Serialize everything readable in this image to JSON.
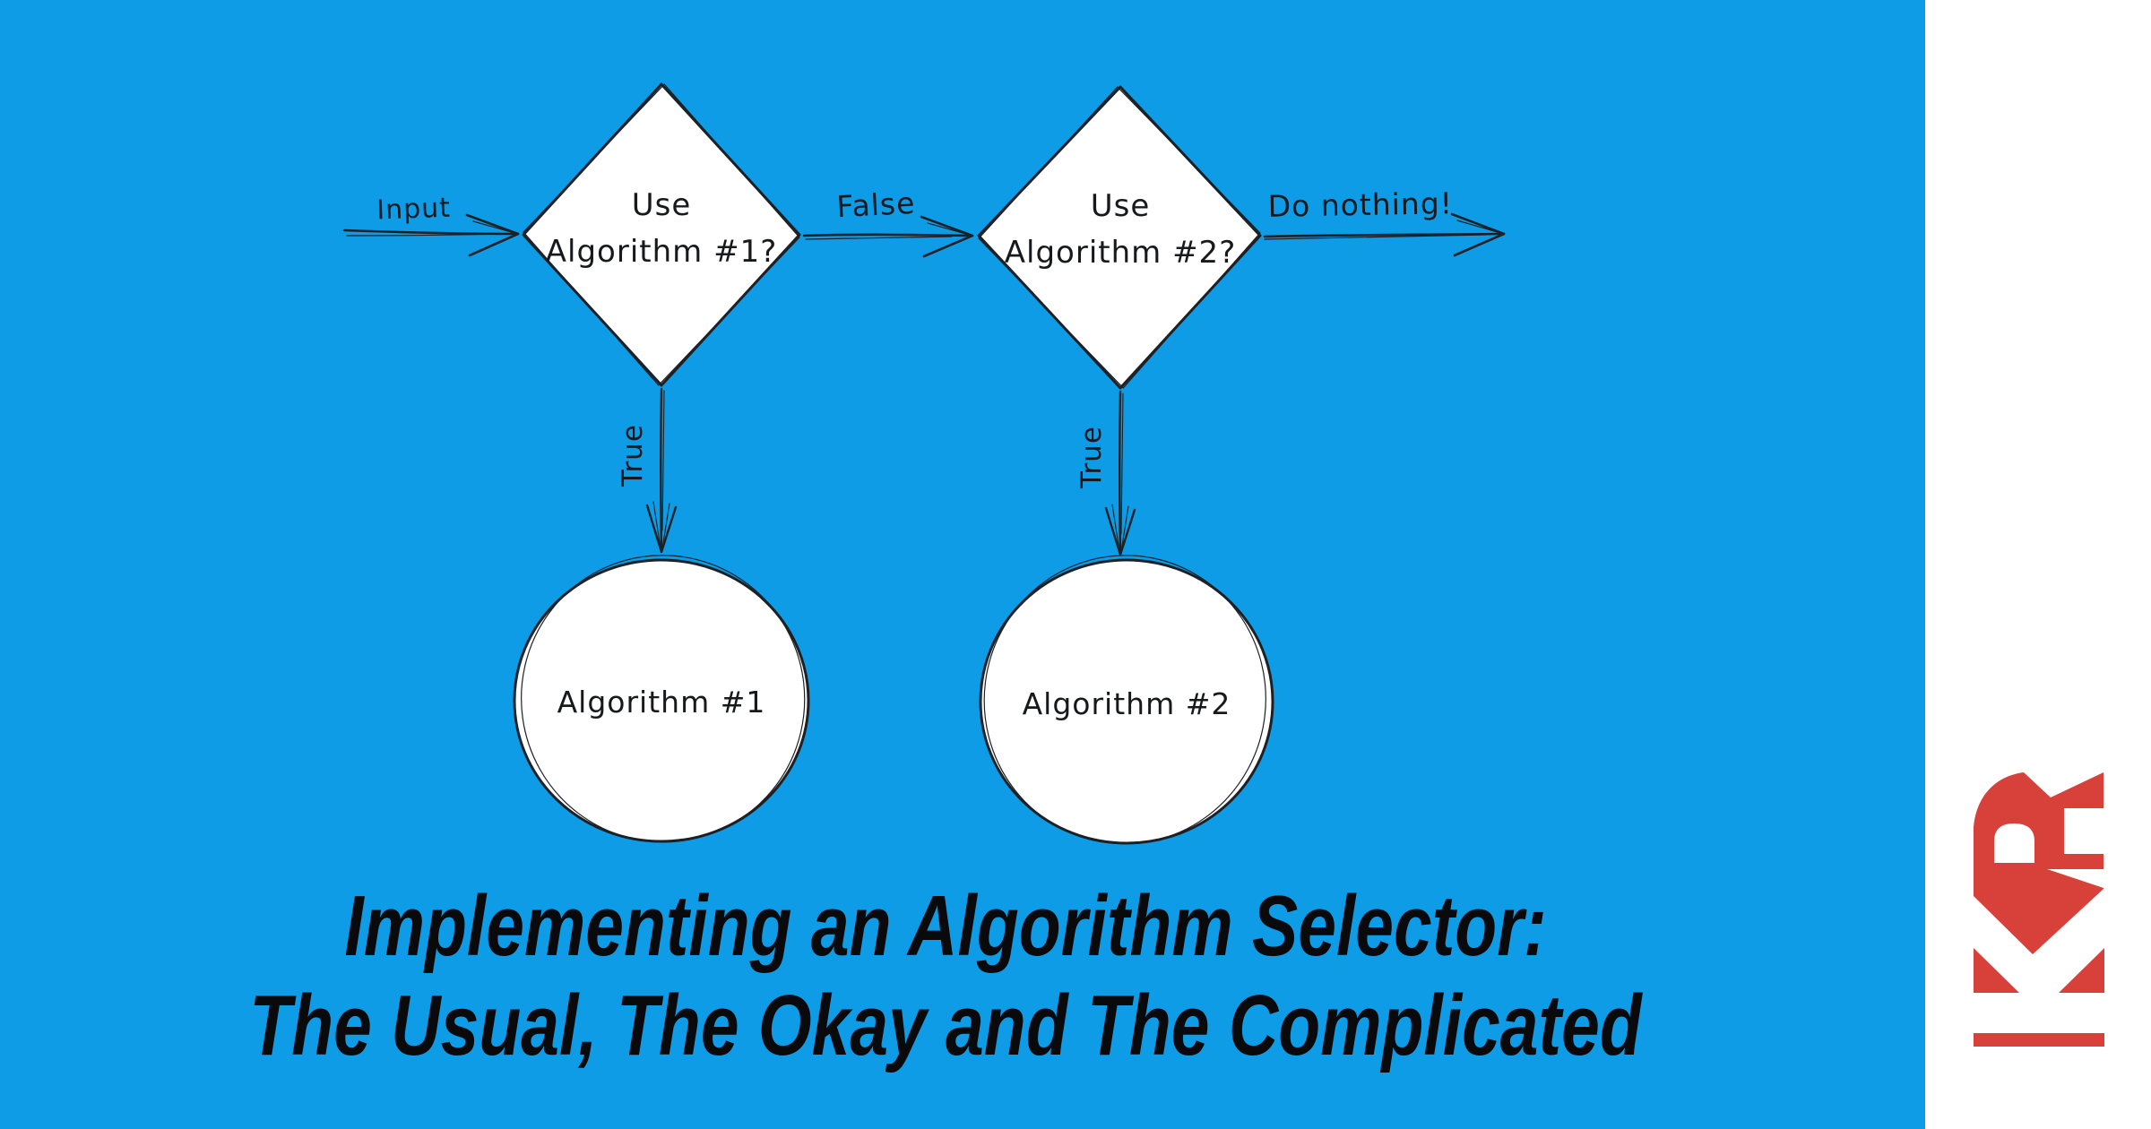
{
  "colors": {
    "background_blue": "#0f9ce6",
    "sidebar_white": "#ffffff",
    "ink_black": "#1d2125",
    "title_black": "#0a0a0c",
    "logo_red": "#d8403a",
    "node_fill": "#ffffff"
  },
  "flowchart": {
    "edges": {
      "input": "Input",
      "false": "False",
      "do_nothing": "Do nothing!",
      "true1": "True",
      "true2": "True"
    },
    "decision1": {
      "line1": "Use",
      "line2": "Algorithm #1?"
    },
    "decision2": {
      "line1": "Use",
      "line2": "Algorithm #2?"
    },
    "process1": "Algorithm #1",
    "process2": "Algorithm #2"
  },
  "title": {
    "line1": "Implementing an Algorithm Selector:",
    "line2": "The Usual, The Okay and The Complicated"
  },
  "logo": {
    "letters": "KR"
  }
}
